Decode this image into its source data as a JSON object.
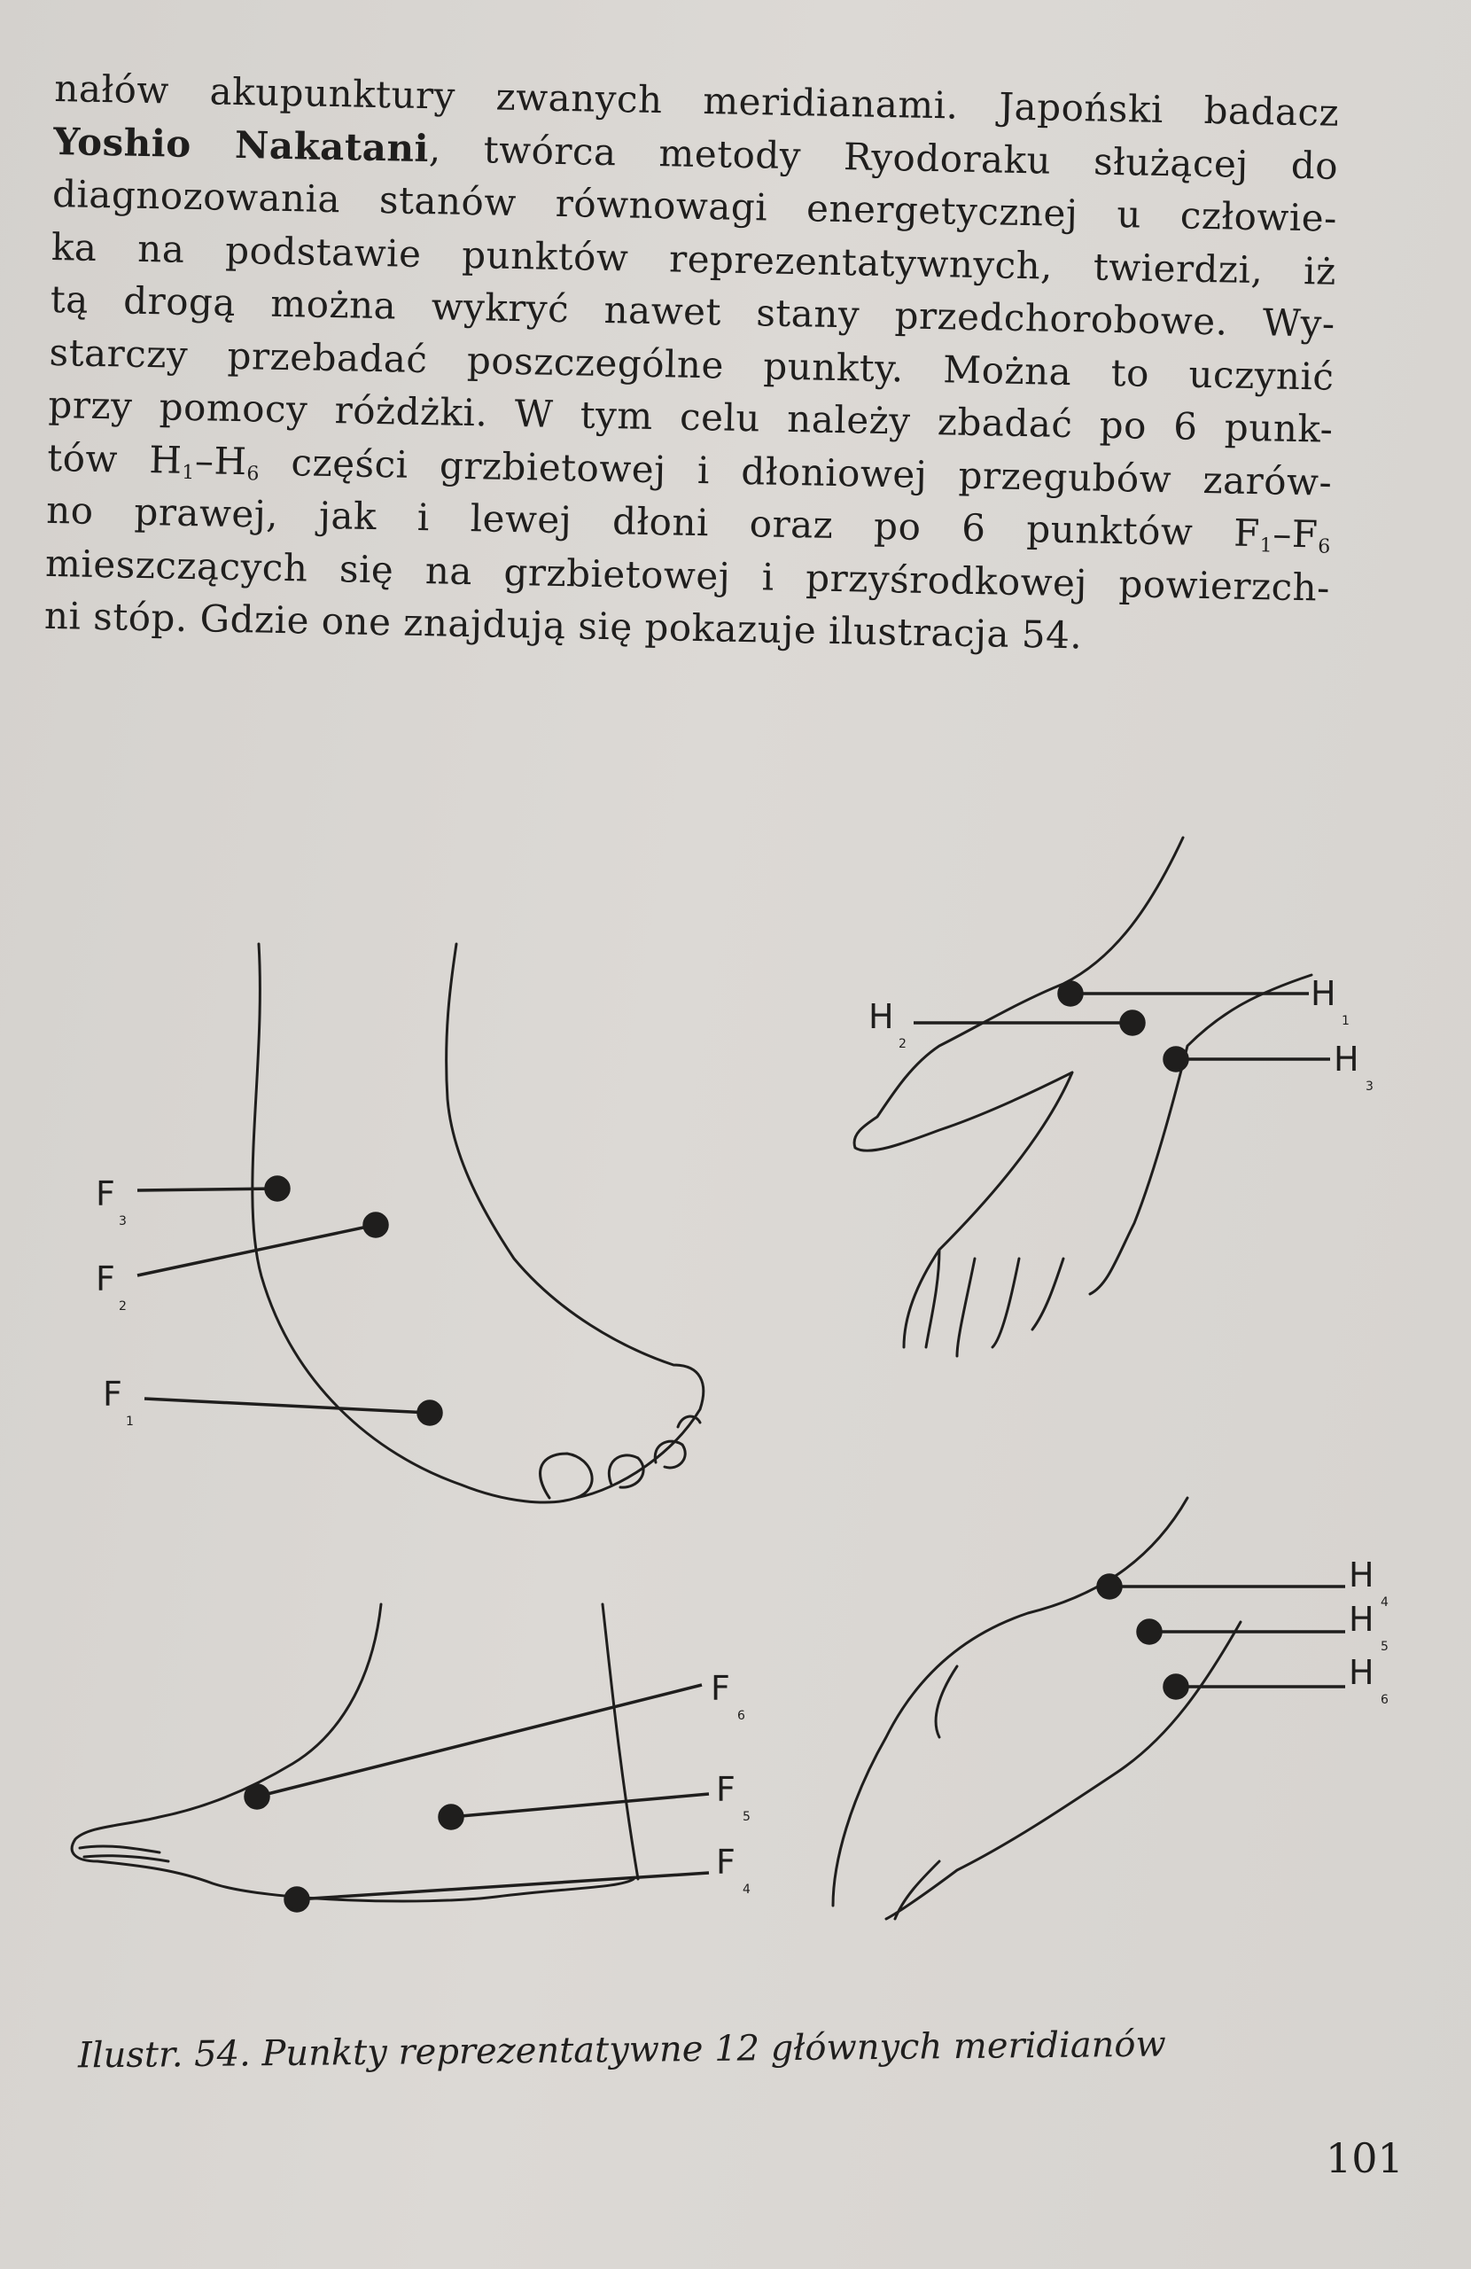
{
  "body_text": {
    "line1": "nałów akupunktury zwanych meridianami. Japoński badacz",
    "line2_bold": "Yoshio Nakatani",
    "line2_rest": ", twórca metody Ryodoraku służącej do",
    "line3": "diagnozowania stanów równowagi energetycznej u człowie-",
    "line4": "ka na podstawie punktów reprezentatywnych, twierdzi, iż",
    "line5": "tą drogą można wykryć nawet stany przedchorobowe. Wy-",
    "line6": "starczy przebadać poszczególne punkty. Można to uczynić",
    "line7": "przy pomocy różdżki. W tym celu należy zbadać po 6 punk-",
    "line8": [
      "tów H",
      "1",
      "–H",
      "6",
      " części grzbietowej i dłoniowej przegubów zarów-"
    ],
    "line9": [
      "no prawej, jak i lewej dłoni oraz po 6 punktów F",
      "1",
      "–F",
      "6"
    ],
    "line10": "mieszczących się na grzbietowej i przyśrodkowej powierzch-",
    "line11": "ni stóp. Gdzie one znajdują się pokazuje ilustracja 54."
  },
  "illustration": {
    "foot_labels": {
      "F1": [
        "F",
        "1"
      ],
      "F2": [
        "F",
        "2"
      ],
      "F3": [
        "F",
        "3"
      ],
      "F4": [
        "F",
        "4"
      ],
      "F5": [
        "F",
        "5"
      ],
      "F6": [
        "F",
        "6"
      ]
    },
    "hand_labels": {
      "H1": [
        "H",
        "1"
      ],
      "H2": [
        "H",
        "2"
      ],
      "H3": [
        "H",
        "3"
      ],
      "H4": [
        "H",
        "4"
      ],
      "H5": [
        "H",
        "5"
      ],
      "H6": [
        "H",
        "6"
      ]
    },
    "caption": "Ilustr. 54. Punkty reprezentatywne 12 głównych meridianów"
  },
  "page_number": "101"
}
